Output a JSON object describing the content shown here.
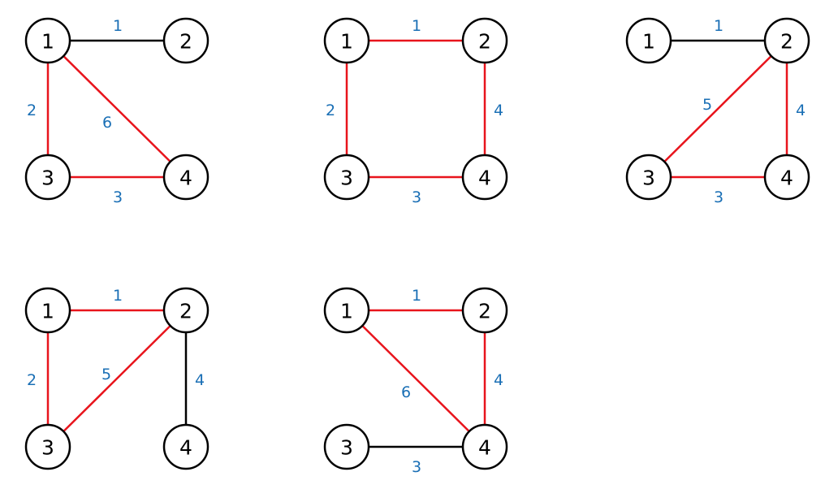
{
  "colors": {
    "selected_edge": "#e8141c",
    "unselected_edge": "#000000",
    "weight_label": "#1a6fb5",
    "node_stroke": "#000000",
    "node_fill": "#ffffff"
  },
  "node_labels": [
    "1",
    "2",
    "3",
    "4"
  ],
  "graphs": [
    {
      "edges": [
        {
          "from": "1",
          "to": "2",
          "weight": "1",
          "selected": false
        },
        {
          "from": "1",
          "to": "3",
          "weight": "2",
          "selected": true
        },
        {
          "from": "1",
          "to": "4",
          "weight": "6",
          "selected": true
        },
        {
          "from": "3",
          "to": "4",
          "weight": "3",
          "selected": true
        }
      ]
    },
    {
      "edges": [
        {
          "from": "1",
          "to": "2",
          "weight": "1",
          "selected": true
        },
        {
          "from": "1",
          "to": "3",
          "weight": "2",
          "selected": true
        },
        {
          "from": "2",
          "to": "4",
          "weight": "4",
          "selected": true
        },
        {
          "from": "3",
          "to": "4",
          "weight": "3",
          "selected": true
        }
      ]
    },
    {
      "edges": [
        {
          "from": "1",
          "to": "2",
          "weight": "1",
          "selected": false
        },
        {
          "from": "2",
          "to": "3",
          "weight": "5",
          "selected": true
        },
        {
          "from": "2",
          "to": "4",
          "weight": "4",
          "selected": true
        },
        {
          "from": "3",
          "to": "4",
          "weight": "3",
          "selected": true
        }
      ]
    },
    {
      "edges": [
        {
          "from": "1",
          "to": "2",
          "weight": "1",
          "selected": true
        },
        {
          "from": "1",
          "to": "3",
          "weight": "2",
          "selected": true
        },
        {
          "from": "2",
          "to": "3",
          "weight": "5",
          "selected": true
        },
        {
          "from": "2",
          "to": "4",
          "weight": "4",
          "selected": false
        }
      ]
    },
    {
      "edges": [
        {
          "from": "1",
          "to": "2",
          "weight": "1",
          "selected": true
        },
        {
          "from": "1",
          "to": "4",
          "weight": "6",
          "selected": true
        },
        {
          "from": "2",
          "to": "4",
          "weight": "4",
          "selected": true
        },
        {
          "from": "3",
          "to": "4",
          "weight": "3",
          "selected": false
        }
      ]
    }
  ]
}
